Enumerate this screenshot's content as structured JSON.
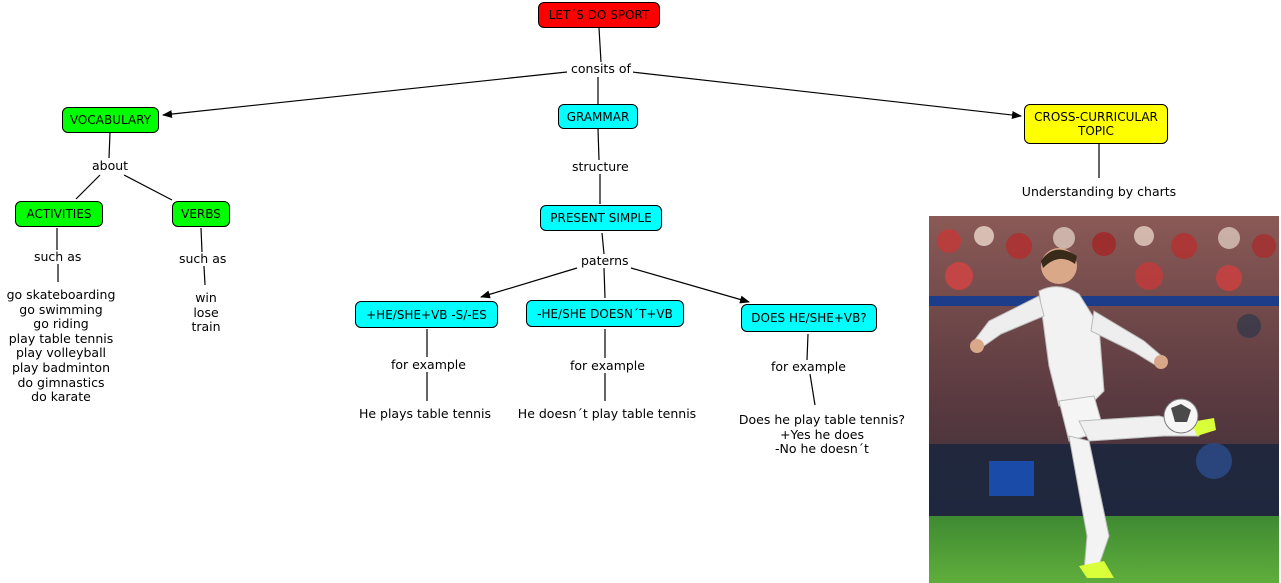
{
  "nodes": {
    "root": "LET´S DO SPORT",
    "vocabulary": "VOCABULARY",
    "grammar": "GRAMMAR",
    "cross": "CROSS-CURRICULAR TOPIC",
    "activities": "ACTIVITIES",
    "verbs": "VERBS",
    "present_simple": "PRESENT SIMPLE",
    "affirmative": "+HE/SHE+VB -S/-ES",
    "negative": "-HE/SHE DOESN´T+VB",
    "question": "DOES HE/SHE+VB?"
  },
  "links": {
    "consists_of": "consits of",
    "about": "about",
    "structure": "structure",
    "activities_such_as": "such as",
    "verbs_such_as": "such as",
    "patterns": "paterns",
    "for_example_1": "for example",
    "for_example_2": "for example",
    "for_example_3": "for example"
  },
  "leaves": {
    "activities_list": [
      "go skateboarding",
      "go swimming",
      "go riding",
      "play table tennis",
      "play volleyball",
      "play badminton",
      "do gimnastics",
      "do karate"
    ],
    "verbs_list": [
      "win",
      "lose",
      "train"
    ],
    "cross_detail": "Understanding by charts",
    "example_affirmative": "He plays table tennis",
    "example_negative": "He doesn´t play table tennis",
    "example_question": [
      "Does he play table tennis?",
      "+Yes he does",
      "-No he doesn´t"
    ]
  },
  "colors": {
    "root": "#ff0000",
    "vocabulary_branch": "#00ff00",
    "grammar_branch": "#00ffff",
    "cross_branch": "#ffff00"
  }
}
